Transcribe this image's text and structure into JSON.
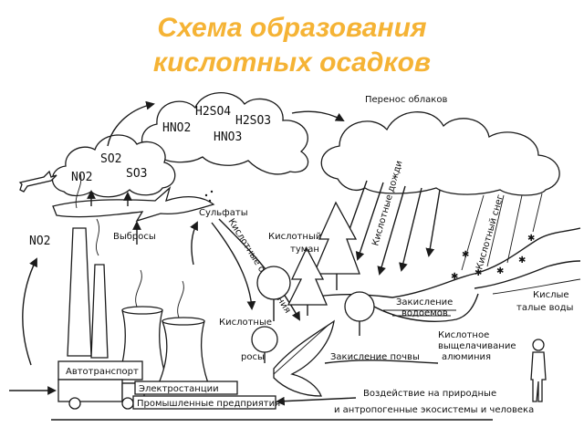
{
  "title_line1": "Схема образования",
  "title_line2": "кислотных осадков",
  "colors": {
    "title": "#f5b335",
    "ink": "#1a1a1a"
  },
  "chem": {
    "h2so4": "H2SO4",
    "hno2": "HNO2",
    "h2so3": "H2SO3",
    "hno3": "HNO3",
    "so2": "SO2",
    "so3": "SO3",
    "no2_cloud": "NO2",
    "no2_left": "NO2"
  },
  "labels": {
    "cloud_transfer": "Перенос облаков",
    "acid_rain": "Кислотные дожди",
    "acid_snow": "Кислотный снег",
    "sulfates": "Сульфаты",
    "emissions": "Выбросы",
    "acid_fog_1": "Кислотный",
    "acid_fog_2": "туман",
    "acid_deposition": "Кислотные осаждения",
    "acid_dew_1": "Кислотные",
    "acid_dew_2": "росы",
    "water_acid_1": "Закисление",
    "water_acid_2": "водоемов",
    "leaching_1": "Кислотное",
    "leaching_2": "выщелачивание",
    "leaching_3": "алюминия",
    "acid_melt_1": "Кислые",
    "acid_melt_2": "талые воды",
    "soil_acid": "Закисление почвы",
    "autotransport": "Автотранспорт",
    "power_plants": "Электростанции",
    "industry": "Промышленные предприятия",
    "impact_1": "Воздействие на природные",
    "impact_2": "и антропогенные экосистемы и человека"
  }
}
